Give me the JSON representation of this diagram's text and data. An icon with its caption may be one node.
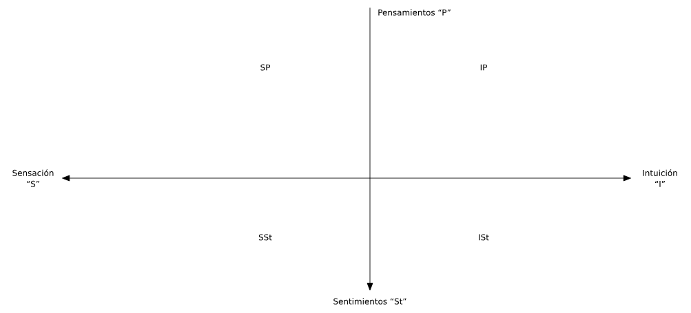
{
  "diagram": {
    "nodes": [
      {
        "text": [
          "Pensamientos “P”"
        ]
      },
      {
        "text": [
          "Sensación “S”"
        ]
      },
      {
        "text": [
          "Intuición “I”"
        ]
      },
      {
        "text": [
          "Sentimientos “St”"
        ]
      }
    ],
    "edges": [
      {
        "from": 1,
        "to": 2,
        "arrow": "both"
      },
      {
        "from": 0,
        "to": 3,
        "arrow": "to"
      }
    ],
    "labels": [
      "SP",
      "IP",
      "SSt",
      "ISt"
    ]
  }
}
